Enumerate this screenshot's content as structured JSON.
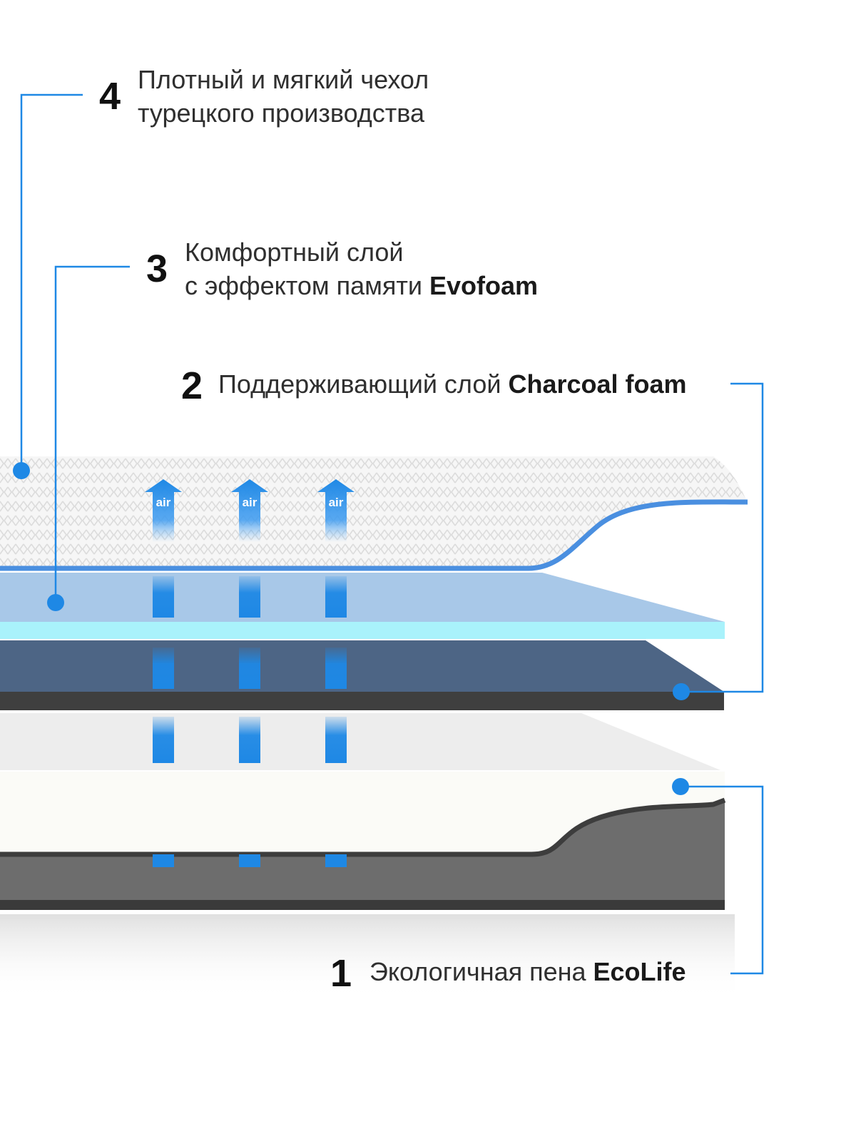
{
  "layers": [
    {
      "number": "4",
      "line1": "Плотный и мягкий чехол",
      "line2": "турецкого производства"
    },
    {
      "number": "3",
      "line1": "Комфортный слой",
      "line2_prefix": "с эффектом памяти ",
      "line2_bold": "Evofoam"
    },
    {
      "number": "2",
      "text": "Поддерживающий слой ",
      "text_bold": "Charcoal foam"
    },
    {
      "number": "1",
      "text": "Экологичная пена ",
      "text_bold": "EcoLife"
    }
  ],
  "air_arrows": [
    "air",
    "air",
    "air"
  ],
  "colors": {
    "accent": "#1e88e5",
    "cover": "#f4f4f4",
    "memory_foam": "#a8c8e8",
    "gel_strip": "#a9f2fb",
    "charcoal": "#4d6585",
    "ecolife": "#fbfbf7",
    "base": "#6d6d6d"
  }
}
